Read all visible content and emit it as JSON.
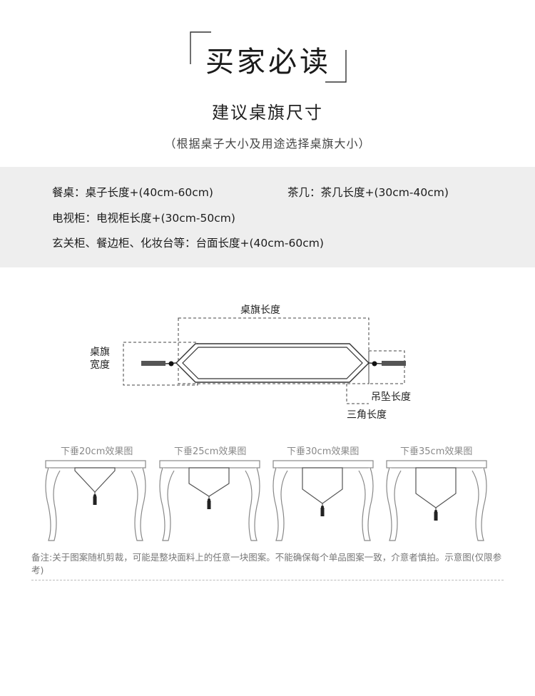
{
  "header": {
    "title": "买家必读",
    "subtitle": "建议桌旗尺寸",
    "note": "（根据桌子大小及用途选择桌旗大小）"
  },
  "specs": {
    "dining": "餐桌：桌子长度+(40cm-60cm)",
    "tea_table": "茶几：茶几长度+(30cm-40cm)",
    "tv_cabinet": "电视柜：电视柜长度+(30cm-50cm)",
    "others": "玄关柜、餐边柜、化妆台等：台面长度+(40cm-60cm)"
  },
  "diagram": {
    "length_label": "桌旗长度",
    "width_label_1": "桌旗",
    "width_label_2": "宽度",
    "pendant_label": "吊坠长度",
    "triangle_label": "三角长度"
  },
  "effects": [
    {
      "caption": "下垂20cm效果图",
      "drop": 20
    },
    {
      "caption": "下垂25cm效果图",
      "drop": 25
    },
    {
      "caption": "下垂30cm效果图",
      "drop": 30
    },
    {
      "caption": "下垂35cm效果图",
      "drop": 35
    }
  ],
  "disclaimer": "备注:关于图案随机剪裁，可能是整块面料上的任意一块图案。不能确保每个单品图案一致，介意者慎拍。示意图(仅限参考)"
}
